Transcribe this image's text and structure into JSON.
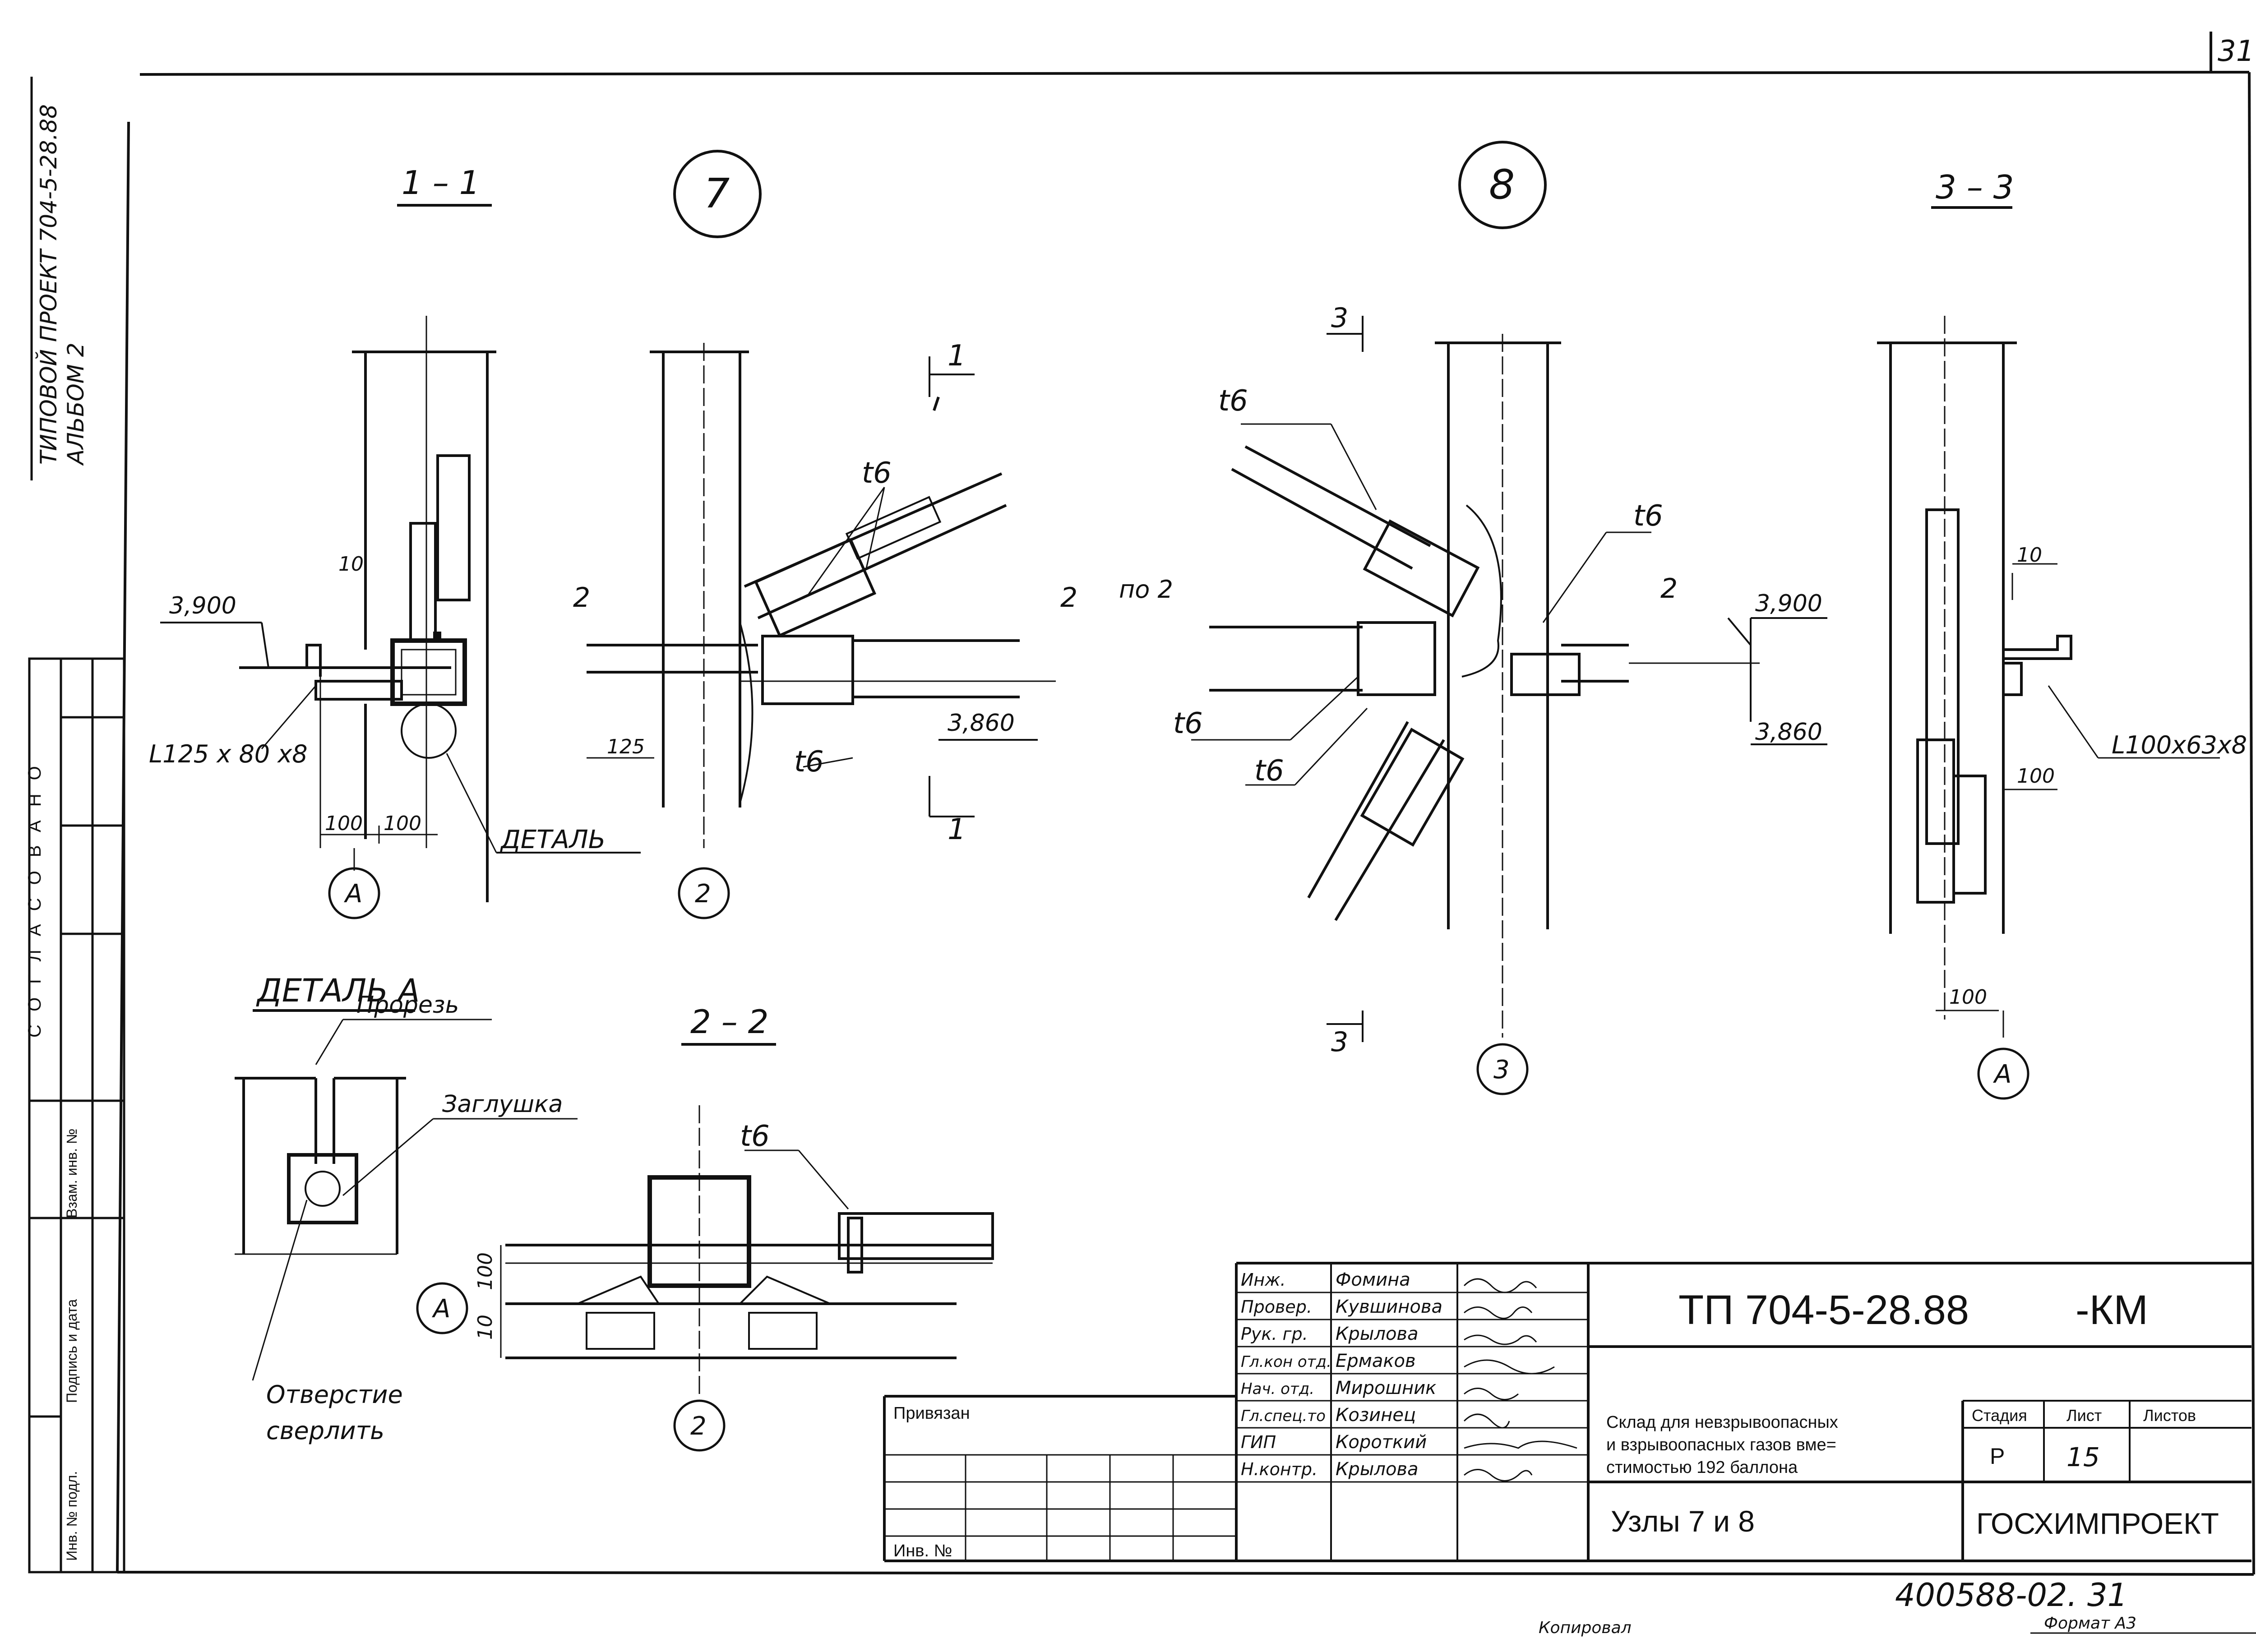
{
  "sheet_number": "31",
  "side_stamp": {
    "project_line1": "ТИПОВОЙ ПРОЕКТ 704-5-28.88",
    "project_line2": "АЛЬБОМ 2",
    "soglasovano": "СОГЛАСОВАНО",
    "inv_no_orig": "Инв. № подл.",
    "sign_date": "Подпись и дата",
    "vzam_inv": "Взам. инв. №"
  },
  "views": {
    "v11": {
      "title": "1 – 1",
      "marker_3900": "3,900",
      "dim_10": "10",
      "angle_label": "L125 x 80 x8",
      "dim_100a": "100",
      "dim_100b": "100",
      "axis": "А",
      "detail_ref": "ДЕТАЛЬ"
    },
    "v7": {
      "title": "7",
      "t6a": "t6",
      "t6b": "t6",
      "cut1_top": "1",
      "cut1_bottom": "1",
      "cut2_left": "2",
      "cut2_right": "2",
      "dim_125": "125",
      "mark_3860": "3,860",
      "axis": "2"
    },
    "v8": {
      "title": "8",
      "t6a": "t6",
      "t6b": "t6",
      "t6c": "t6",
      "t6d": "t6",
      "po2": "по 2",
      "cut2": "2",
      "cut3_top": "3",
      "cut3_bottom": "3",
      "mark_3900": "3,900",
      "mark_3860": "3,860",
      "axis": "3"
    },
    "v33": {
      "title": "3 – 3",
      "dim_10": "10",
      "angle_label": "L100x63x8",
      "dim_100a": "100",
      "dim_100b": "100",
      "axis": "А"
    },
    "detA": {
      "title": "ДЕТАЛЬ А",
      "slot": "Прорезь",
      "plug": "Заглушка",
      "hole1": "Отверстие",
      "hole2": "сверлить"
    },
    "v22": {
      "title": "2 – 2",
      "t6": "t6",
      "dim_100": "100",
      "dim_10": "10",
      "axis_a": "А",
      "axis_2": "2"
    }
  },
  "title_block": {
    "roles": [
      "Инж.",
      "Провер.",
      "Рук. гр.",
      "Гл.кон отд.",
      "Нач. отд.",
      "Гл.спец.то",
      "ГИП",
      "Н.контр."
    ],
    "names": [
      "Фомина",
      "Кувшинова",
      "Крылова",
      "Ермаков",
      "Мирошник",
      "Козинец",
      "Короткий",
      "Крылова"
    ],
    "code": "ТП 704-5-28.88",
    "suffix": "-КМ",
    "description_l1": "Склад для невзрывоопасных",
    "description_l2": "и взрывоопасных газов вме=",
    "description_l3": "стимостью 192 баллона",
    "sheet_title": "Узлы 7 и 8",
    "col_stage": "Стадия",
    "col_sheet": "Лист",
    "col_sheets": "Листов",
    "stage": "Р",
    "sheet": "15",
    "organization": "ГОСХИМПРОЕКТ",
    "privyazan": "Привязан",
    "inv_no": "Инв. №"
  },
  "archive_number": "400588-02. 31",
  "copied_by": "Копировал",
  "format_label": "Формат А3"
}
